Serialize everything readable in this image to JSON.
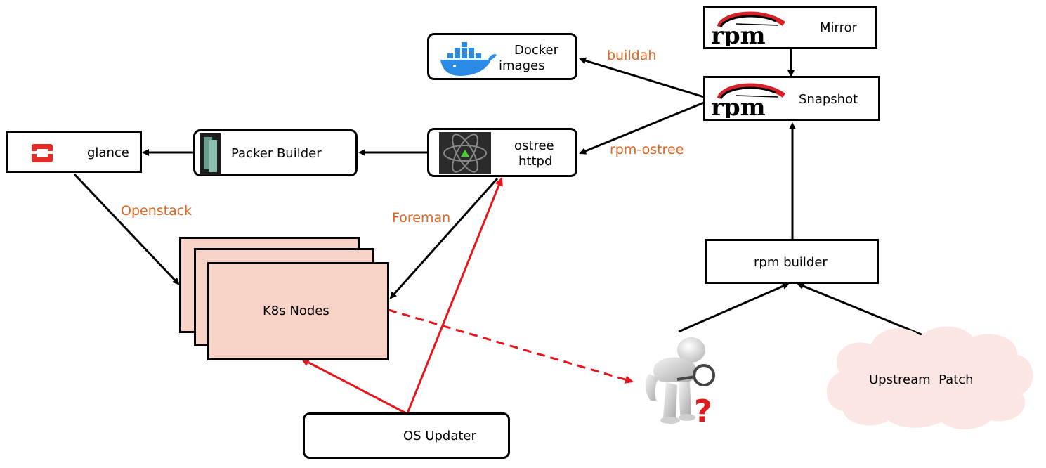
{
  "nodes": {
    "mirror": "Mirror",
    "snapshot": "Snapshot",
    "docker": "Docker\nimages",
    "ostree": "ostree\nhttpd",
    "packer": "Packer Builder",
    "glance": "glance",
    "k8s": "K8s Nodes",
    "rpm_builder": "rpm builder",
    "upstream": "Upstream  Patch",
    "os_updater": "OS Updater"
  },
  "edge_labels": {
    "buildah": "buildah",
    "rpm_ostree": "rpm-ostree",
    "openstack": "Openstack",
    "foreman": "Foreman"
  },
  "logo_text": {
    "rpm": "rpm"
  },
  "colors": {
    "orange": "#e2661f",
    "red_arrow": "#e8141b",
    "node_fill": "#f7d3c7"
  },
  "icons": [
    "rpm-logo-icon",
    "docker-whale-icon",
    "atom-icon",
    "packer-icon",
    "openstack-icon",
    "inspector-person-icon"
  ]
}
